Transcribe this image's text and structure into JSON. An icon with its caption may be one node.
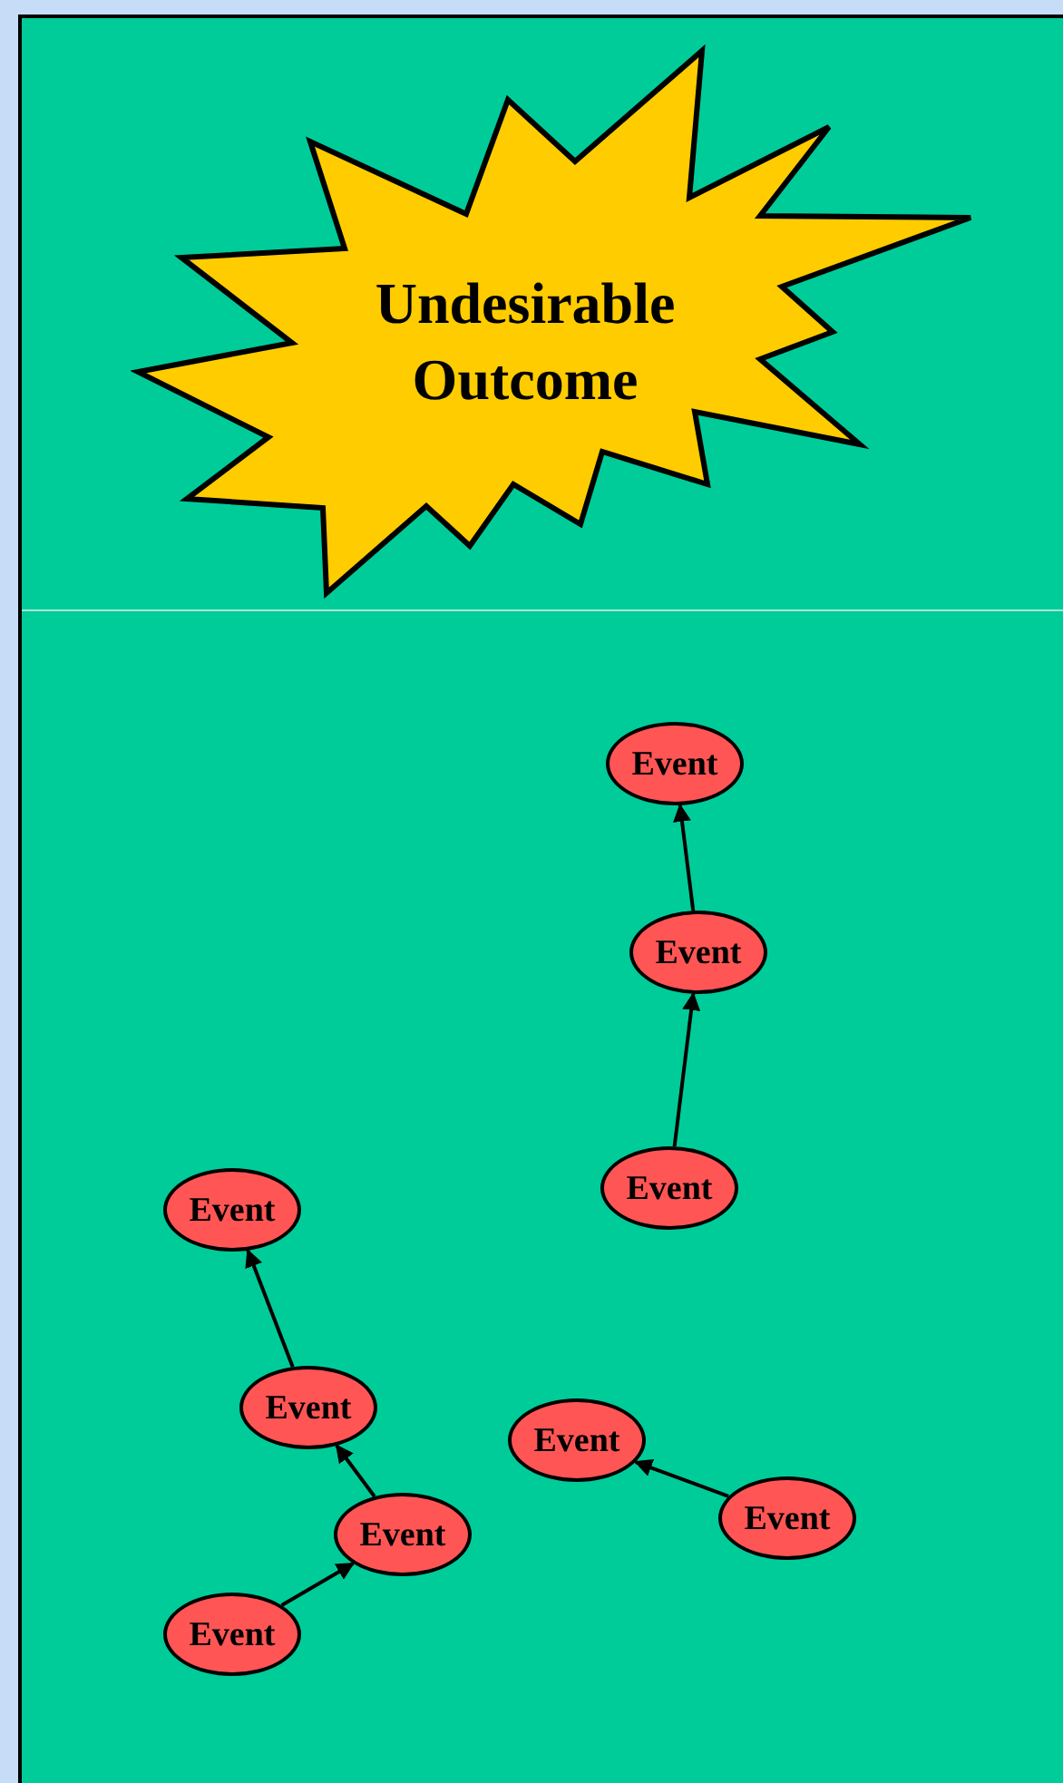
{
  "diagram": {
    "nodes": [
      {
        "text": [
          "Undesirable Outcome"
        ]
      },
      {
        "text": [
          "Event"
        ]
      },
      {
        "text": [
          "Event"
        ]
      },
      {
        "text": [
          "Event"
        ]
      },
      {
        "text": [
          "Event"
        ]
      },
      {
        "text": [
          "Event"
        ]
      },
      {
        "text": [
          "Event"
        ]
      },
      {
        "text": [
          "Event"
        ]
      },
      {
        "text": [
          "Event"
        ]
      },
      {
        "text": [
          "Event"
        ]
      }
    ],
    "edges": [
      {
        "from": 2,
        "to": 1,
        "arrow": "to"
      },
      {
        "from": 3,
        "to": 2,
        "arrow": "to"
      },
      {
        "from": 5,
        "to": 4,
        "arrow": "to"
      },
      {
        "from": 8,
        "to": 5,
        "arrow": "to"
      },
      {
        "from": 9,
        "to": 8,
        "arrow": "to"
      },
      {
        "from": 7,
        "to": 6,
        "arrow": "to"
      }
    ]
  }
}
